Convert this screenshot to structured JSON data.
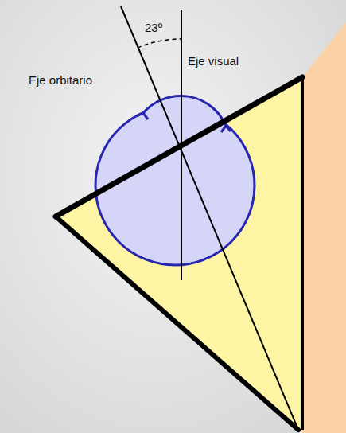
{
  "diagram": {
    "labels": [
      "23º",
      "Eje visual",
      "Eje orbitario"
    ]
  }
}
